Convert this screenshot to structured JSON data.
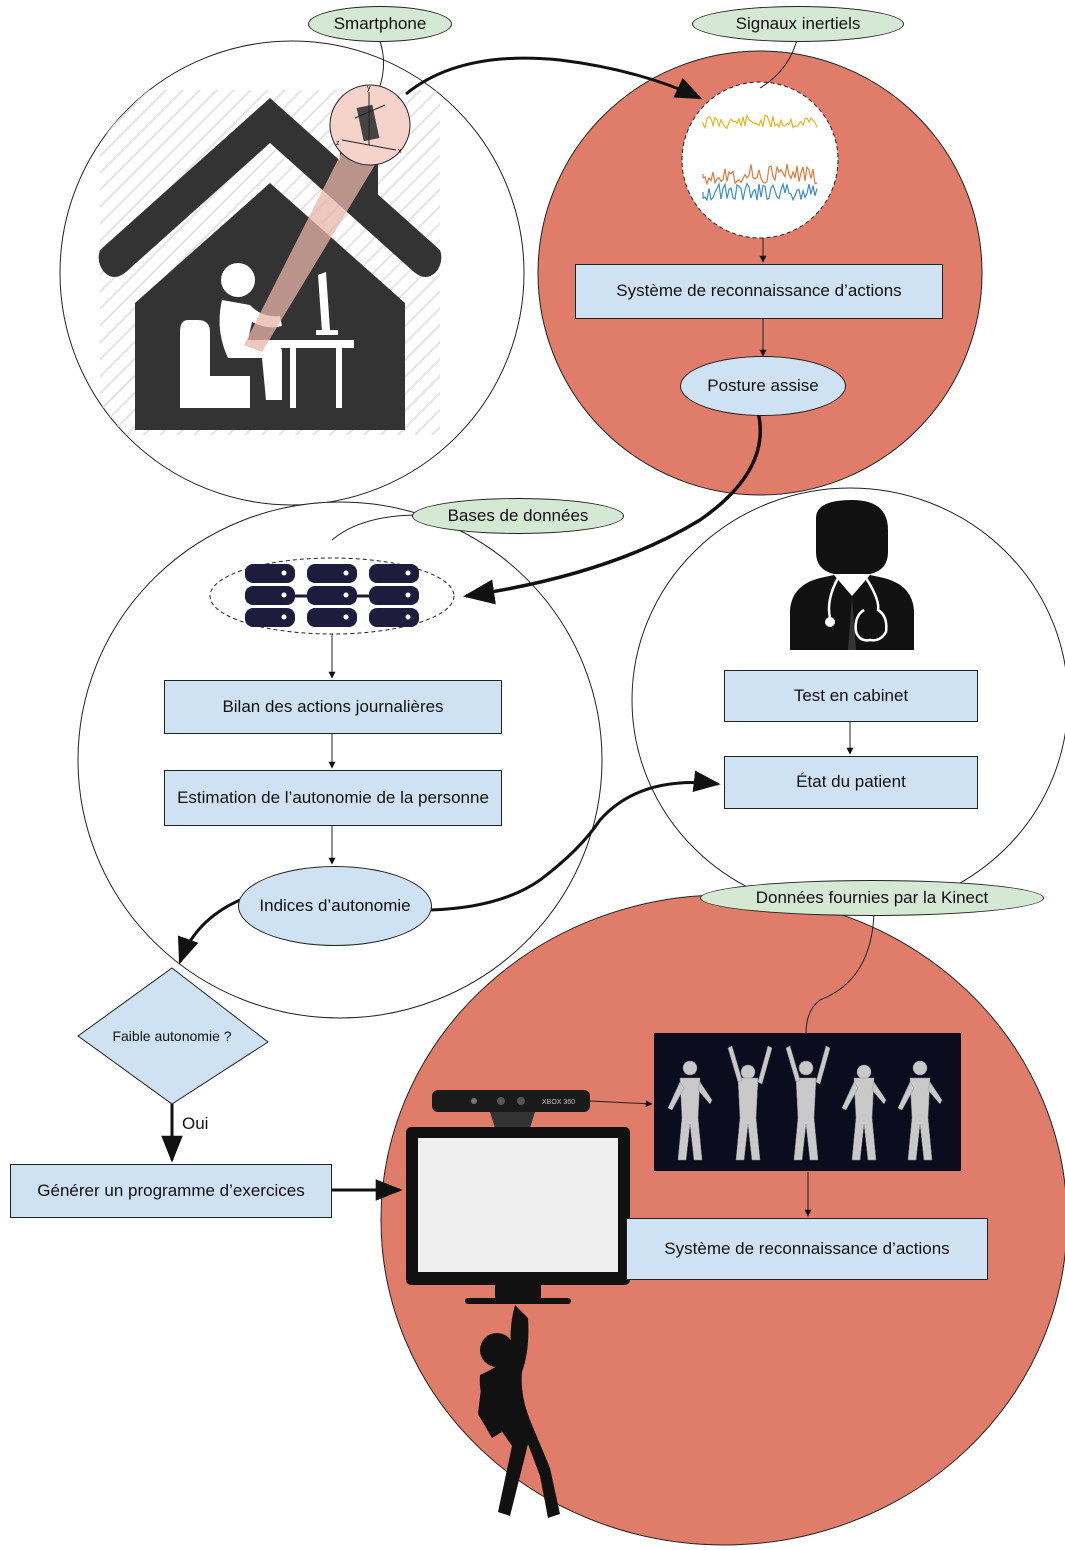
{
  "labels": {
    "smartphone": "Smartphone",
    "signaux": "Signaux inertiels",
    "bases": "Bases de données",
    "kinect_data": "Données fournies par la Kinect"
  },
  "boxes": {
    "reco_top": "Système de reconnaissance d’actions",
    "posture": "Posture assise",
    "bilan": "Bilan des actions journalières",
    "estimation": "Estimation de l’autonomie de la personne",
    "indices": "Indices d’autonomie",
    "test": "Test en cabinet",
    "etat": "État du patient",
    "faible": "Faible autonomie ?",
    "oui": "Oui",
    "generer": "Générer un programme d’exercices",
    "reco_bottom": "Système de reconnaissance d’actions"
  },
  "icons": {
    "house": "house-with-seated-person-icon",
    "phone": "smartphone-axes-icon",
    "signals": "inertial-signals-icon",
    "database": "database-icon",
    "doctor": "doctor-icon",
    "kinect": "kinect-sensor-icon",
    "monitor": "monitor-icon",
    "exercise": "exercising-person-icon",
    "depth": "depth-silhouettes-icon"
  },
  "colors": {
    "red_circle": "#df7c6a",
    "box_fill": "#cfe2f3",
    "pill_fill": "#d5e8d4",
    "icon_dark": "#333333",
    "db_dark": "#1f1b3d"
  }
}
